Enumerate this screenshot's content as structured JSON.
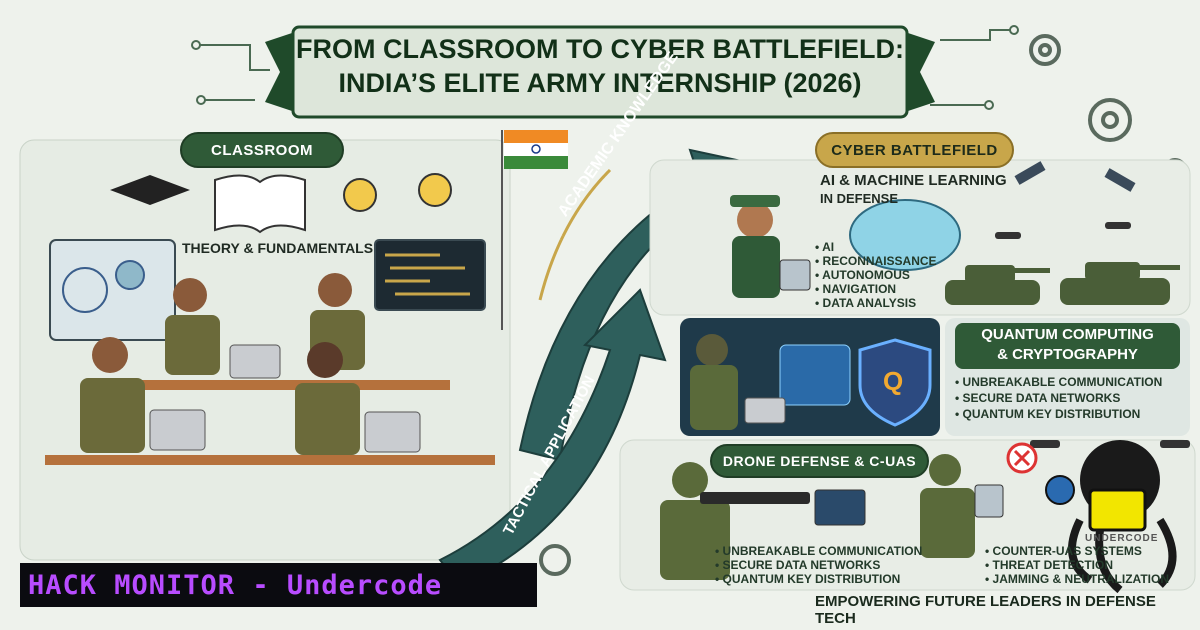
{
  "title": {
    "line1": "FROM CLASSROOM TO CYBER BATTLEFIELD:",
    "line2": "INDIA’S ELITE ARMY INTERNSHIP (2026)"
  },
  "classroom": {
    "label": "CLASSROOM",
    "theory": "THEORY & FUNDAMENTALS"
  },
  "arrows": {
    "academic": "ACADEMIC KNOWLEDGE",
    "tactical": "TACTICAL APPLICATION"
  },
  "battlefield": {
    "label": "CYBER BATTLEFIELD",
    "ai": {
      "title_line1": "AI & MACHINE LEARNING",
      "title_line2": "IN DEFENSE",
      "items": [
        "AI",
        "RECONNAISSANCE",
        "AUTONOMOUS",
        "NAVIGATION",
        "DATA ANALYSIS"
      ]
    },
    "quantum": {
      "title_line1": "QUANTUM COMPUTING",
      "title_line2": "& CRYPTOGRAPHY",
      "items": [
        "UNBREAKABLE COMMUNICATION",
        "SECURE DATA NETWORKS",
        "QUANTUM KEY DISTRIBUTION"
      ],
      "badge": "Q"
    },
    "drone": {
      "title": "DRONE DEFENSE & C-UAS",
      "items": [
        "UNBREAKABLE COMMUNICATION",
        "SECURE DATA NETWORKS",
        "QUANTUM KEY DISTRIBUTION"
      ],
      "right_items": [
        "COUNTER-UAS SYSTEMS",
        "THREAT DETECTION",
        "JAMMING & NEUTRALIZATION"
      ]
    }
  },
  "footer": "EMPOWERING FUTURE LEADERS IN DEFENSE TECH",
  "watermark": "HACK MONITOR - Undercode",
  "logo_text": "UNDERCODE",
  "colors": {
    "army_green": "#2f5a37",
    "gold": "#c8a64a",
    "teal_arrow": "#2e5f5c",
    "background": "#eef2ec",
    "watermark": "#b84cff"
  }
}
